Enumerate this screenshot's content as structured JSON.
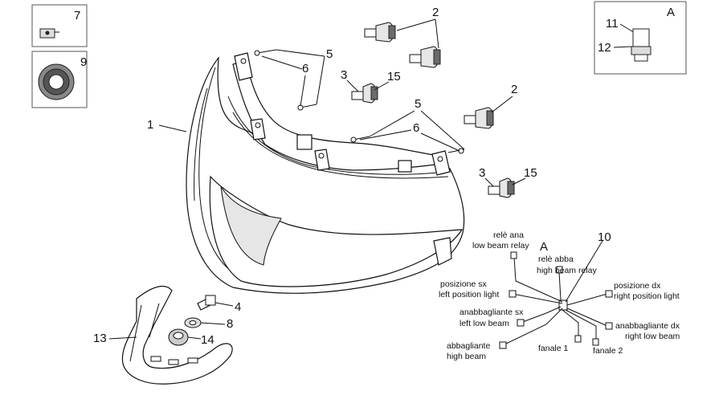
{
  "callouts": {
    "c1": "1",
    "c2a": "2",
    "c2b": "2",
    "c3a": "3",
    "c3b": "3",
    "c4": "4",
    "c5a": "5",
    "c5b": "5",
    "c6a": "6",
    "c6b": "6",
    "c7": "7",
    "c8": "8",
    "c9": "9",
    "c10": "10",
    "c11": "11",
    "c12": "12",
    "c13": "13",
    "c14": "14",
    "c15a": "15",
    "c15b": "15",
    "inset_a": "A",
    "wiring_a": "A"
  },
  "wiring": {
    "rele_ana_1": "relè ana",
    "rele_ana_2": "low beam relay",
    "rele_abba_1": "relè abba",
    "rele_abba_2": "high beam relay",
    "pos_sx_1": "posizione sx",
    "pos_sx_2": "left position light",
    "pos_dx_1": "posizione dx",
    "pos_dx_2": "right position light",
    "anab_sx_1": "anabbagliante sx",
    "anab_sx_2": "left low beam",
    "anab_dx_1": "anabbagliante dx",
    "anab_dx_2": "right low beam",
    "abba_1": "abbagliante",
    "abba_2": "high beam",
    "fanale1": "fanale 1",
    "fanale2": "fanale 2"
  }
}
